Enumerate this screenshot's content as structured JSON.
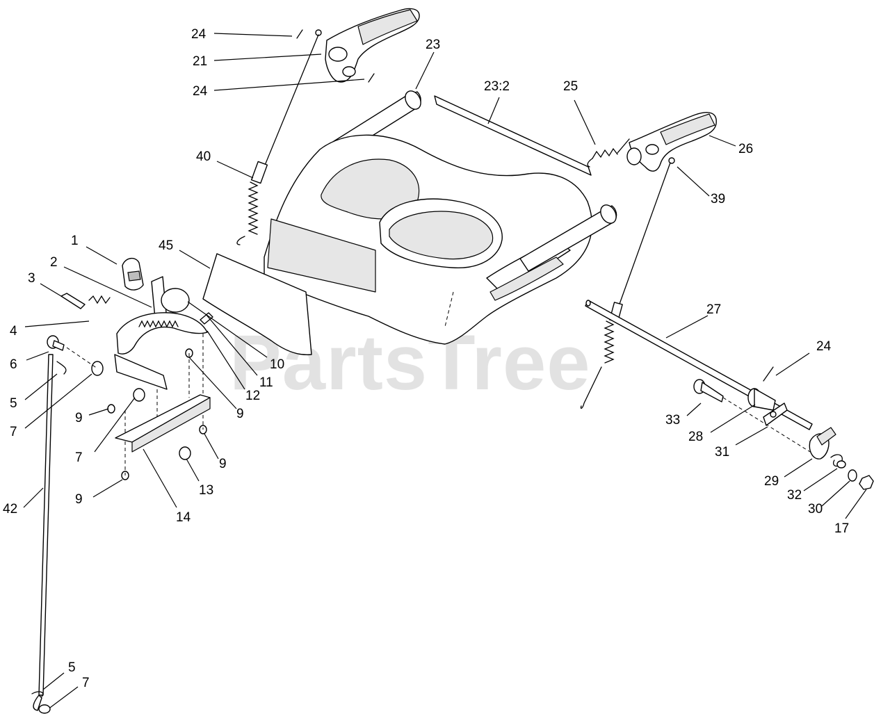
{
  "watermark": "PartsTree",
  "callouts": {
    "c24a": "24",
    "c21": "21",
    "c24b": "24",
    "c23": "23",
    "c23_2": "23:2",
    "c25": "25",
    "c26": "26",
    "c39": "39",
    "c40": "40",
    "c45": "45",
    "c1": "1",
    "c2": "2",
    "c3": "3",
    "c4": "4",
    "c6": "6",
    "c5a": "5",
    "c7a": "7",
    "c9a": "9",
    "c7b": "7",
    "c10": "10",
    "c11": "11",
    "c12": "12",
    "c9b": "9",
    "c9c": "9",
    "c13": "13",
    "c9d": "9",
    "c14": "14",
    "c42": "42",
    "c5b": "5",
    "c7c": "7",
    "c27": "27",
    "c24c": "24",
    "c33": "33",
    "c28": "28",
    "c31": "31",
    "c29": "29",
    "c32": "32",
    "c30": "30",
    "c17": "17"
  }
}
